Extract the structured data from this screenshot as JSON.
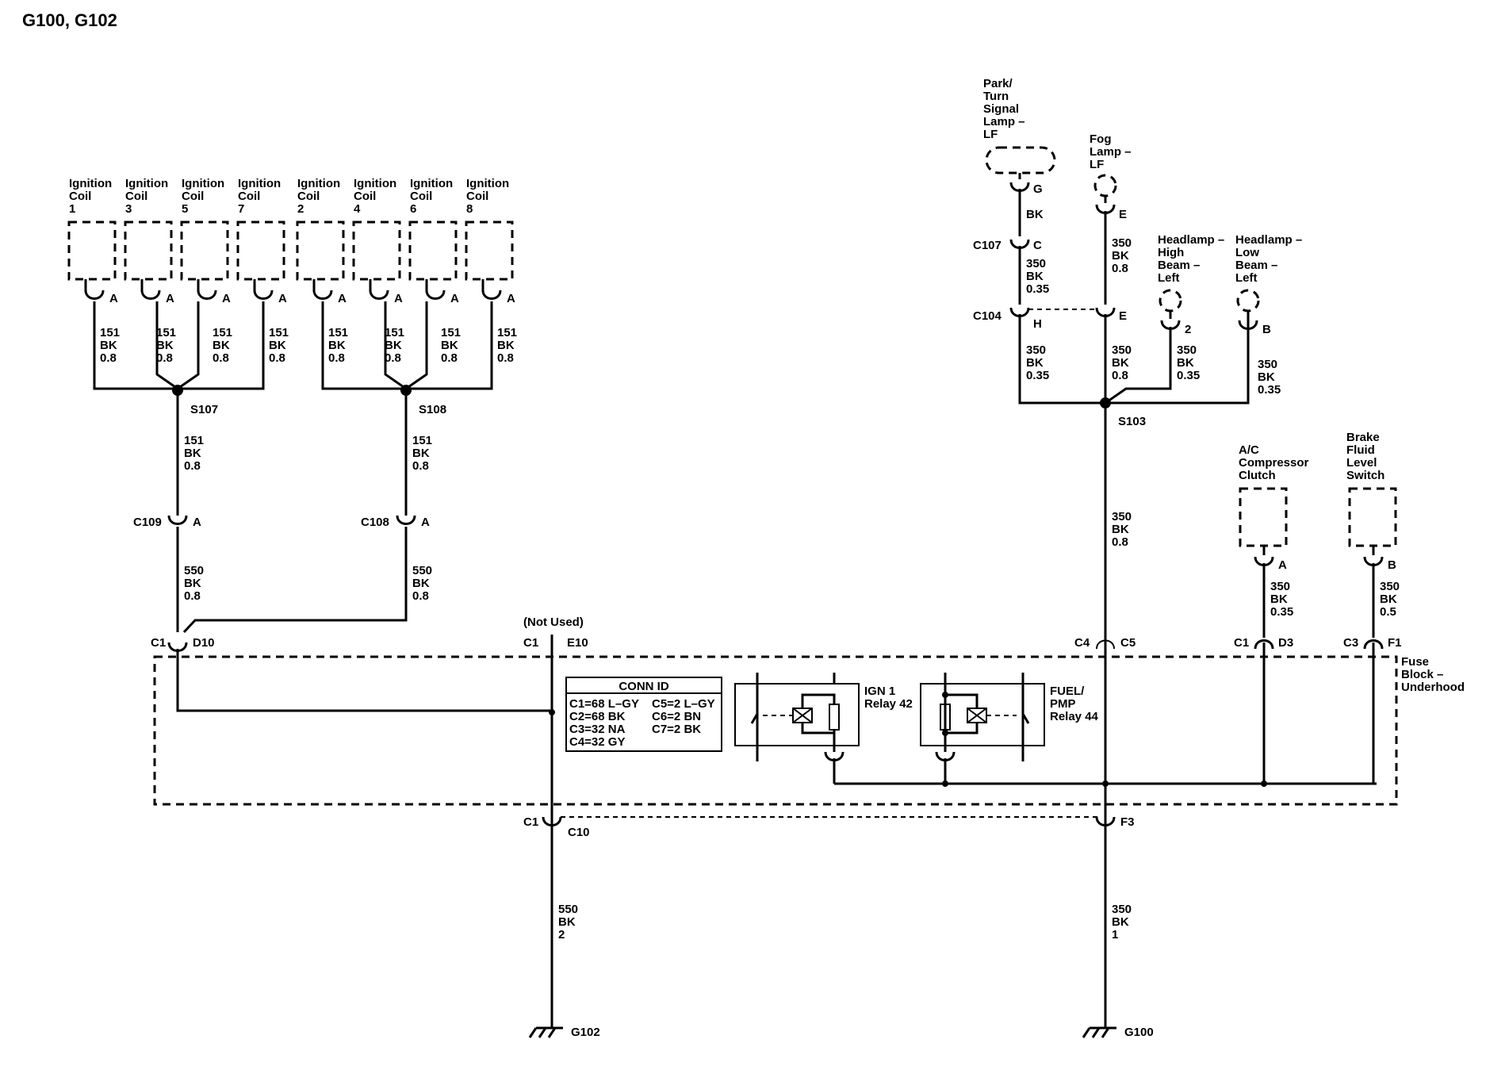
{
  "title": "G100, G102",
  "ignition_coils": [
    {
      "label": [
        "Ignition",
        "Coil",
        "1"
      ],
      "pin": "A",
      "wire": [
        "151",
        "BK",
        "0.8"
      ]
    },
    {
      "label": [
        "Ignition",
        "Coil",
        "3"
      ],
      "pin": "A",
      "wire": [
        "151",
        "BK",
        "0.8"
      ]
    },
    {
      "label": [
        "Ignition",
        "Coil",
        "5"
      ],
      "pin": "A",
      "wire": [
        "151",
        "BK",
        "0.8"
      ]
    },
    {
      "label": [
        "Ignition",
        "Coil",
        "7"
      ],
      "pin": "A",
      "wire": [
        "151",
        "BK",
        "0.8"
      ]
    },
    {
      "label": [
        "Ignition",
        "Coil",
        "2"
      ],
      "pin": "A",
      "wire": [
        "151",
        "BK",
        "0.8"
      ]
    },
    {
      "label": [
        "Ignition",
        "Coil",
        "4"
      ],
      "pin": "A",
      "wire": [
        "151",
        "BK",
        "0.8"
      ]
    },
    {
      "label": [
        "Ignition",
        "Coil",
        "6"
      ],
      "pin": "A",
      "wire": [
        "151",
        "BK",
        "0.8"
      ]
    },
    {
      "label": [
        "Ignition",
        "Coil",
        "8"
      ],
      "pin": "A",
      "wire": [
        "151",
        "BK",
        "0.8"
      ]
    }
  ],
  "splices": {
    "s107": {
      "label": "S107",
      "wire_out": [
        "151",
        "BK",
        "0.8"
      ]
    },
    "s108": {
      "label": "S108",
      "wire_out": [
        "151",
        "BK",
        "0.8"
      ]
    },
    "s103": {
      "label": "S103",
      "wire_out": [
        "350",
        "BK",
        "0.8"
      ]
    }
  },
  "connectors": {
    "c109": {
      "name": "C109",
      "pin": "A",
      "wire_out": [
        "550",
        "BK",
        "0.8"
      ]
    },
    "c108": {
      "name": "C108",
      "pin": "A",
      "wire_out": [
        "550",
        "BK",
        "0.8"
      ]
    },
    "c1_d10": {
      "name": "C1",
      "pin": "D10"
    },
    "c1_e10": {
      "name": "C1",
      "pin": "E10",
      "note": "(Not Used)"
    },
    "c4_c5": {
      "name": "C4",
      "pin": "C5"
    },
    "c1_d3": {
      "name": "C1",
      "pin": "D3"
    },
    "c3_f1": {
      "name": "C3",
      "pin": "F1"
    },
    "c1_c10": {
      "name": "C1",
      "pin": "C10"
    },
    "f3": {
      "pin": "F3"
    },
    "c107": {
      "name": "C107",
      "pin": "C"
    },
    "c104": {
      "name": "C104",
      "pin_h": "H",
      "pin_e": "E"
    }
  },
  "lamps": {
    "park_turn": {
      "label": [
        "Park/",
        "Turn",
        "Signal",
        "Lamp –",
        "LF"
      ],
      "pin": "G",
      "wire_top": "BK",
      "wire_mid": [
        "350",
        "BK",
        "0.35"
      ],
      "wire_low": [
        "350",
        "BK",
        "0.35"
      ]
    },
    "fog": {
      "label": [
        "Fog",
        "Lamp –",
        "LF"
      ],
      "pin": "E",
      "wire_top": [
        "350",
        "BK",
        "0.8"
      ],
      "wire_low": [
        "350",
        "BK",
        "0.8"
      ]
    },
    "high_beam": {
      "label": [
        "Headlamp –",
        "High",
        "Beam –",
        "Left"
      ],
      "pin": "2",
      "wire": [
        "350",
        "BK",
        "0.35"
      ]
    },
    "low_beam": {
      "label": [
        "Headlamp –",
        "Low",
        "Beam –",
        "Left"
      ],
      "pin": "B",
      "wire": [
        "350",
        "BK",
        "0.35"
      ]
    }
  },
  "ac_clutch": {
    "label": [
      "A/C",
      "Compressor",
      "Clutch"
    ],
    "pin": "A",
    "wire": [
      "350",
      "BK",
      "0.35"
    ]
  },
  "brake_switch": {
    "label": [
      "Brake",
      "Fluid",
      "Level",
      "Switch"
    ],
    "pin": "B",
    "wire": [
      "350",
      "BK",
      "0.5"
    ]
  },
  "fuse_block": {
    "label": [
      "Fuse",
      "Block –",
      "Underhood"
    ]
  },
  "conn_id": {
    "header": "CONN ID",
    "rows": [
      [
        "C1=68 L–GY",
        "C5=2 L–GY"
      ],
      [
        "C2=68 BK",
        "C6=2 BN"
      ],
      [
        "C3=32 NA",
        "C7=2 BK"
      ],
      [
        "C4=32 GY",
        ""
      ]
    ]
  },
  "relays": {
    "ign1": {
      "label": [
        "IGN 1",
        "Relay 42"
      ]
    },
    "fuel": {
      "label": [
        "FUEL/",
        "PMP",
        "Relay 44"
      ]
    }
  },
  "grounds": {
    "g102": {
      "label": "G102",
      "wire": [
        "550",
        "BK",
        "2"
      ]
    },
    "g100": {
      "label": "G100",
      "wire": [
        "350",
        "BK",
        "1"
      ]
    }
  }
}
